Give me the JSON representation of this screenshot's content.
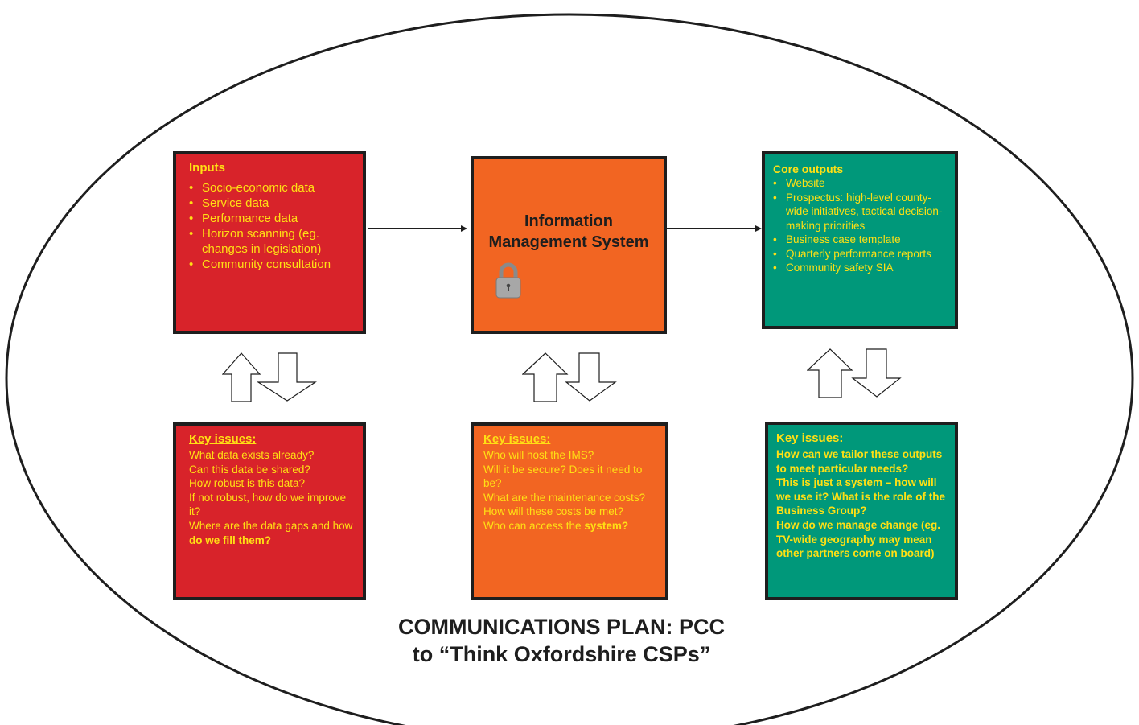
{
  "inputs": {
    "title": "Inputs",
    "items": [
      "Socio-economic data",
      "Service data",
      "Performance data",
      "Horizon scanning (eg. changes in legislation)",
      "Community consultation"
    ]
  },
  "ims": {
    "title_line1": "Information",
    "title_line2": "Management System",
    "icon": "lock-icon"
  },
  "core_outputs": {
    "title": "Core outputs",
    "items": [
      "Website",
      "Prospectus: high-level county-wide initiatives, tactical decision-making priorities",
      "Business case template",
      "Quarterly performance reports",
      "Community safety SIA"
    ]
  },
  "key_issues_inputs": {
    "title": "Key issues:",
    "lines": [
      "What data exists already?",
      "Can this data be shared?",
      "How robust is this data?",
      "If not robust, how do we improve it?"
    ],
    "last_plain": "Where are the data gaps and how ",
    "last_bold": "do we fill them?"
  },
  "key_issues_ims": {
    "title": "Key issues:",
    "lines": [
      "Who will host the IMS?",
      "Will it be secure? Does it need to be?",
      "What are the maintenance costs?",
      "How will these costs be met?"
    ],
    "last_plain": "Who can access the ",
    "last_bold": "system?"
  },
  "key_issues_outputs": {
    "title": "Key issues:",
    "lines": [
      "How can we tailor these outputs to meet particular needs?",
      "This is just a system – how will we use it?  What is the role of the Business Group?",
      "How do we manage change (eg. TV-wide geography may mean other partners come on board)"
    ]
  },
  "footer": {
    "line1": "COMMUNICATIONS PLAN: PCC",
    "line2": "to “Think Oxfordshire CSPs”"
  },
  "colors": {
    "red": "#d8232a",
    "orange": "#f26522",
    "teal": "#00987a",
    "text_yellow": "#ffe014",
    "border": "#1e1e1e"
  }
}
